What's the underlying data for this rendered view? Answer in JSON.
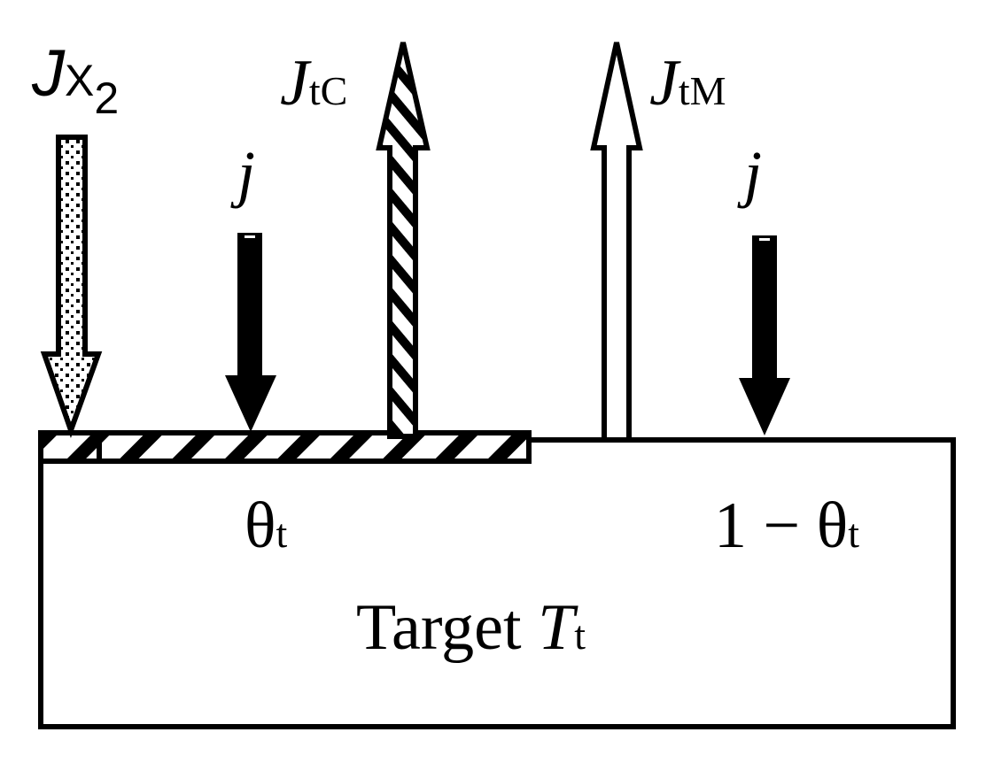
{
  "labels": {
    "flux_x2_main": "J",
    "flux_x2_sub": "X",
    "flux_x2_sub2": "2",
    "flux_tc_main": "J",
    "flux_tc_sub": "tC",
    "flux_tm_main": "J",
    "flux_tm_sub": "tM",
    "current_left": "j",
    "current_right": "j",
    "coverage_left_main": "θ",
    "coverage_left_sub": "t",
    "coverage_right_main": "1 − θ",
    "coverage_right_sub": "t",
    "target_main": "Target ",
    "target_symbol": "T",
    "target_sub": "t"
  },
  "colors": {
    "stroke": "#000000",
    "fill": "#ffffff"
  }
}
